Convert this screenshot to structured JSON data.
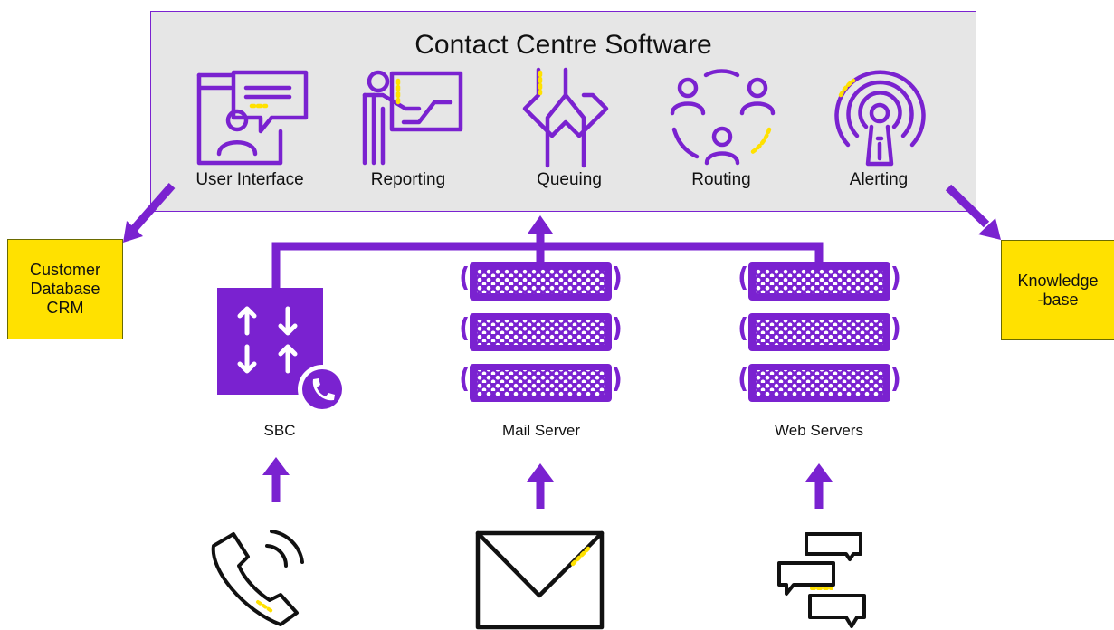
{
  "panel": {
    "title": "Contact Centre Software",
    "modules": [
      {
        "label": "User Interface",
        "icon": "user-interface-icon"
      },
      {
        "label": "Reporting",
        "icon": "reporting-presenter-icon"
      },
      {
        "label": "Queuing",
        "icon": "queuing-arrows-icon"
      },
      {
        "label": "Routing",
        "icon": "routing-people-icon"
      },
      {
        "label": "Alerting",
        "icon": "alerting-broadcast-icon"
      }
    ]
  },
  "side_boxes": {
    "crm": "Customer\nDatabase\nCRM",
    "knowledge": "Knowledge\n-base"
  },
  "devices": [
    {
      "label": "SBC",
      "icon": "sbc-switch-phone-icon"
    },
    {
      "label": "Mail Server",
      "icon": "server-rack-icon"
    },
    {
      "label": "Web Servers",
      "icon": "server-rack-icon"
    }
  ],
  "channels": [
    {
      "icon": "phone-icon"
    },
    {
      "icon": "envelope-icon"
    },
    {
      "icon": "chat-bubbles-icon"
    }
  ],
  "colors": {
    "purple": "#7a22d0",
    "yellow": "#ffe100",
    "panel_bg": "#e6e6e6"
  }
}
